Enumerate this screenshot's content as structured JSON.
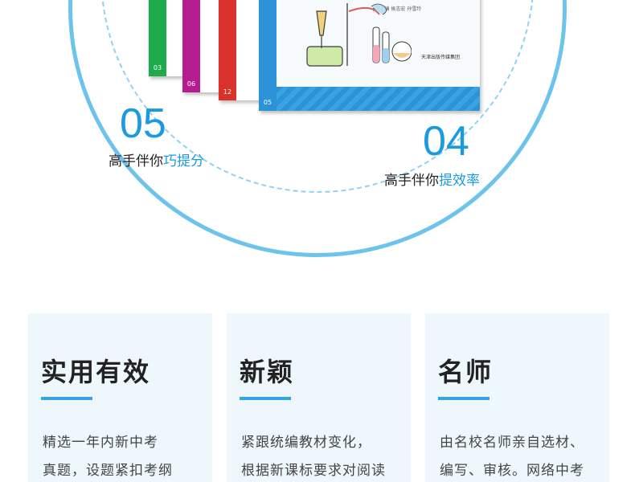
{
  "books": [
    {
      "spine_color": "#1faa4b",
      "spine_number": "03"
    },
    {
      "spine_color": "#b51c8f",
      "spine_number": "06"
    },
    {
      "spine_color": "#d8322b",
      "spine_number": "12"
    },
    {
      "spine_color": "#2d93d8",
      "spine_number": "05"
    }
  ],
  "cover": {
    "author": "▶ 主 编  侯志宏  孙雪玲",
    "publisher": "天津出版传媒集团"
  },
  "features": [
    {
      "number": "05",
      "caption_prefix": "高手伴你",
      "caption_highlight": "巧提分"
    },
    {
      "number": "04",
      "caption_prefix": "高手伴你",
      "caption_highlight": "提效率"
    }
  ],
  "cards": [
    {
      "title": "实用有效",
      "line1": "精选一年内新中考",
      "line2": "真题，设题紧扣考纲"
    },
    {
      "title": "新颖",
      "line1": "紧跟统编教材变化，",
      "line2": "根据新课标要求对阅读"
    },
    {
      "title": "名师",
      "line1": "由名校名师亲自选材、",
      "line2": "编写、审核。网络中考"
    }
  ],
  "colors": {
    "accent": "#1a9ae0",
    "circle": "#6ec3ec",
    "card_bg": "#eef7fc"
  }
}
